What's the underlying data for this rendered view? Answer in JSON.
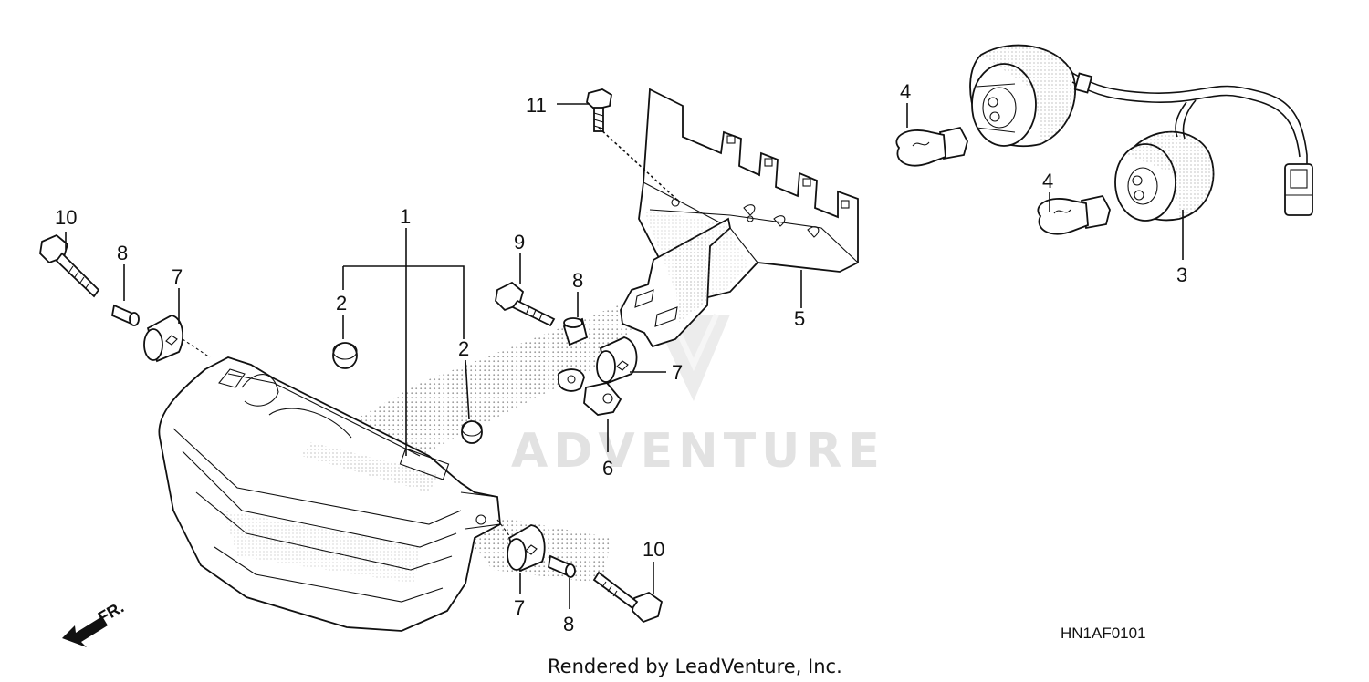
{
  "callouts": {
    "c1": "1",
    "c2a": "2",
    "c2b": "2",
    "c3": "3",
    "c4a": "4",
    "c4b": "4",
    "c5": "5",
    "c6": "6",
    "c7a": "7",
    "c7b": "7",
    "c7c": "7",
    "c8a": "8",
    "c8b": "8",
    "c8c": "8",
    "c9": "9",
    "c10a": "10",
    "c10b": "10",
    "c11": "11"
  },
  "direction_label": "FR.",
  "diagram_code": "HN1AF0101",
  "watermark": "ADVENTURE",
  "credit": "Rendered by LeadVenture, Inc.",
  "colors": {
    "line": "#111111",
    "shade": "#9a9a9a",
    "watermark": "#e2e2e2"
  }
}
